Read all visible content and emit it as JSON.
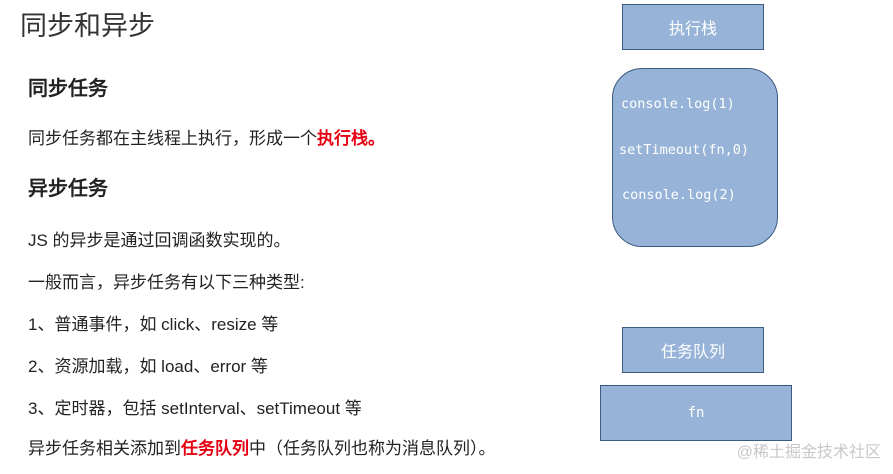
{
  "title": "同步和异步",
  "sync": {
    "heading": "同步任务",
    "text_prefix": "同步任务都在主线程上执行，形成一个",
    "text_highlight": "执行栈。"
  },
  "async": {
    "heading": "异步任务",
    "intro": "JS 的异步是通过回调函数实现的。",
    "types_intro": "一般而言，异步任务有以下三种类型:",
    "items": [
      "1、普通事件，如 click、resize 等",
      "2、资源加载，如 load、error 等",
      "3、定时器，包括 setInterval、setTimeout 等"
    ],
    "footer_prefix": "异步任务相关添加到",
    "footer_highlight": "任务队列",
    "footer_suffix": "中（任务队列也称为消息队列）。"
  },
  "diagram": {
    "stack_label": "执行栈",
    "stack_items": [
      "console.log(1)",
      "setTimeout(fn,0)",
      "console.log(2)"
    ],
    "queue_label": "任务队列",
    "queue_items": [
      "fn"
    ]
  },
  "watermark": "@稀土掘金技术社区",
  "colors": {
    "box_fill": "#97b4d8",
    "box_border": "#3d5a80",
    "highlight": "#e60012"
  }
}
